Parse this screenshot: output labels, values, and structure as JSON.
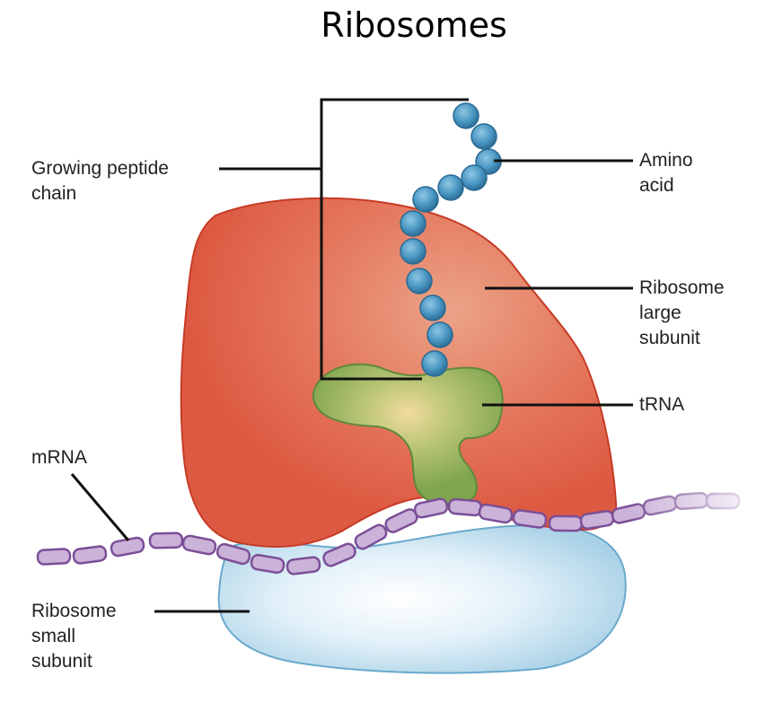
{
  "title": "Ribosomes",
  "labels": {
    "peptide_line1": "Growing peptide",
    "peptide_line2": "chain",
    "amino_line1": "Amino",
    "amino_line2": "acid",
    "large_line1": "Ribosome",
    "large_line2": "large",
    "large_line3": "subunit",
    "trna": "tRNA",
    "mrna": "mRNA",
    "small_line1": "Ribosome",
    "small_line2": "small",
    "small_line3": "subunit"
  },
  "colors": {
    "large_subunit": "#e0614a",
    "small_subunit": "#d6ecf6",
    "trna": "#8fb05a",
    "amino_acid": "#3e8fbd",
    "mrna": "#cbb2d9",
    "mrna_outline": "#7b4f97"
  }
}
